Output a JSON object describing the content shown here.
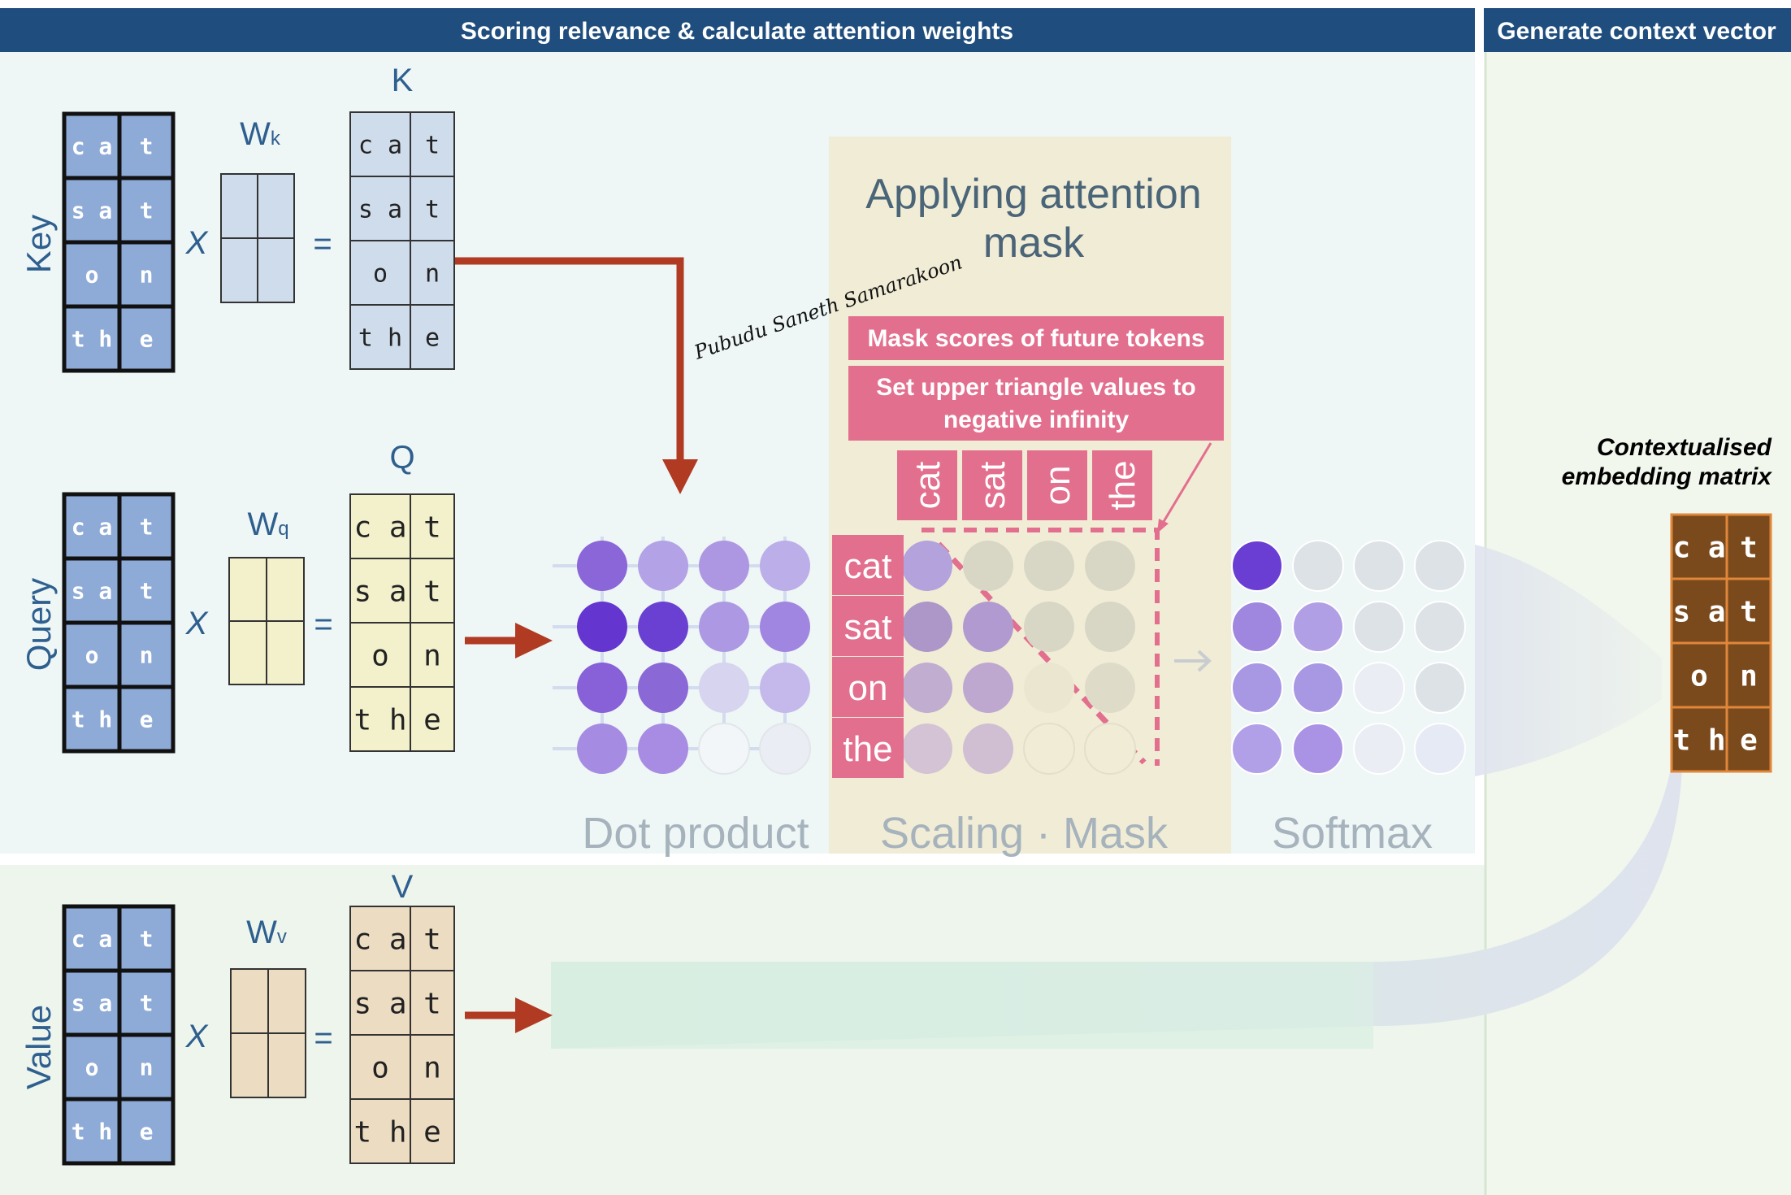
{
  "headers": {
    "left": "Scoring relevance & calculate attention weights",
    "right": "Generate context vector"
  },
  "rows": {
    "key": "Key",
    "query": "Query",
    "value": "Value"
  },
  "operators": {
    "times": "X",
    "equals": "="
  },
  "tokens": [
    "cat",
    "sat",
    "on",
    "the"
  ],
  "token_cells": [
    [
      "c a",
      "t"
    ],
    [
      "s a",
      "t"
    ],
    [
      "o",
      "n"
    ],
    [
      "t h",
      "e"
    ]
  ],
  "weights": {
    "key": "Wk",
    "query": "Wq",
    "value": "Wv"
  },
  "weight_base": "W",
  "weight_subs": {
    "key": "k",
    "query": "q",
    "value": "v"
  },
  "results": {
    "key": "K",
    "query": "Q",
    "value": "V"
  },
  "mask": {
    "title_line1": "Applying attention",
    "title_line2": "mask",
    "note1": "Mask scores of future tokens",
    "note2_line1": "Set upper triangle values to",
    "note2_line2": "negative infinity"
  },
  "stages": {
    "dot": "Dot product",
    "scaling": "Scaling · Mask",
    "softmax": "Softmax"
  },
  "output": {
    "title_line1": "Contextualised",
    "title_line2": "embedding matrix"
  },
  "signature": "Pubudu Saneth Samarakoon",
  "colors": {
    "header_bg": "#1f4e7e",
    "key_blue": "#8eaad6",
    "query_yellow": "#f3f0cc",
    "value_tan": "#ecdcc2",
    "k_fill": "#cfdcec",
    "mask_pink": "#e36f8e",
    "arrow_red": "#b03a22",
    "output_brown": "#7b4a1c",
    "mask_panel": "#f1ecd6"
  }
}
